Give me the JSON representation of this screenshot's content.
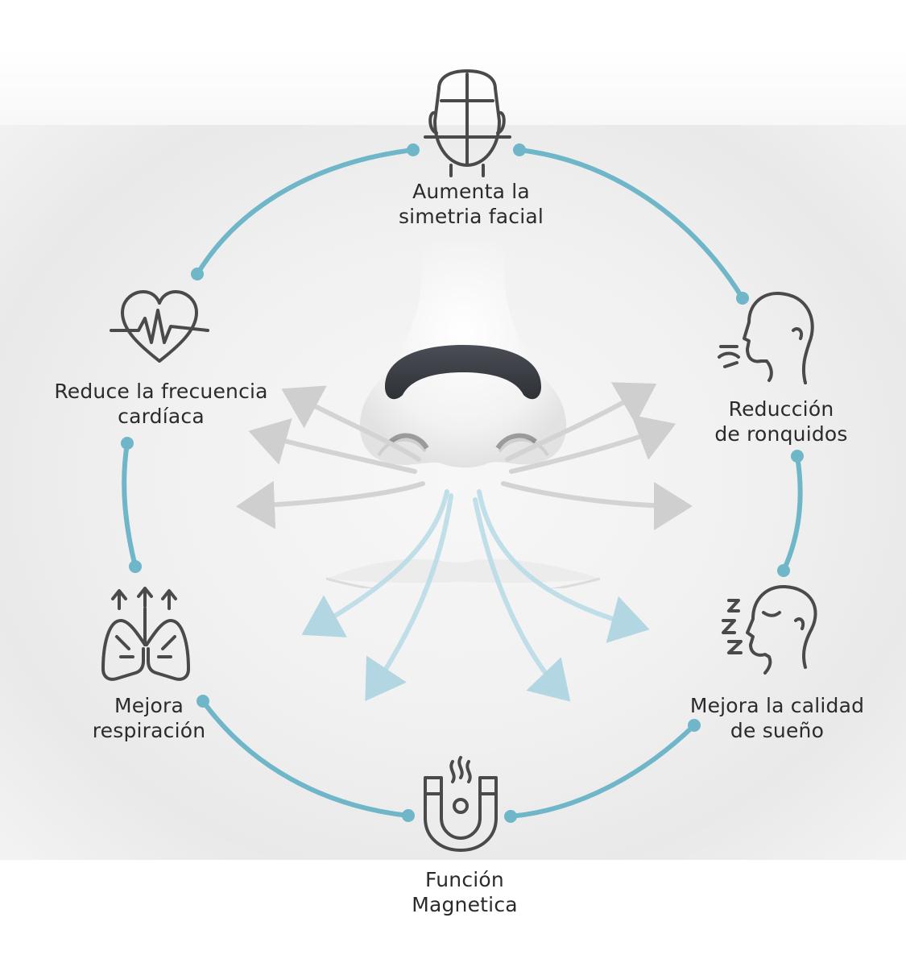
{
  "colors": {
    "ring": "#6fb6c9",
    "icon": "#4a4a4a",
    "text": "#2b2b2b",
    "strip": "#3a3d42"
  },
  "features": [
    {
      "id": "facial",
      "icon": "face-grid-icon",
      "line1": "Aumenta la",
      "line2": "simetria facial"
    },
    {
      "id": "snoring",
      "icon": "head-breath-icon",
      "line1": "Reducción",
      "line2": "de ronquidos"
    },
    {
      "id": "sleep",
      "icon": "sleeping-head-icon",
      "line1": "Mejora la calidad",
      "line2": "de sueño"
    },
    {
      "id": "magnetic",
      "icon": "magnet-icon",
      "line1": "Función",
      "line2": "Magnetica"
    },
    {
      "id": "breathing",
      "icon": "lungs-icon",
      "line1": "Mejora",
      "line2": "respiración"
    },
    {
      "id": "heart",
      "icon": "heart-pulse-icon",
      "line1": "Reduce la frecuencia",
      "line2": "cardíaca"
    }
  ]
}
